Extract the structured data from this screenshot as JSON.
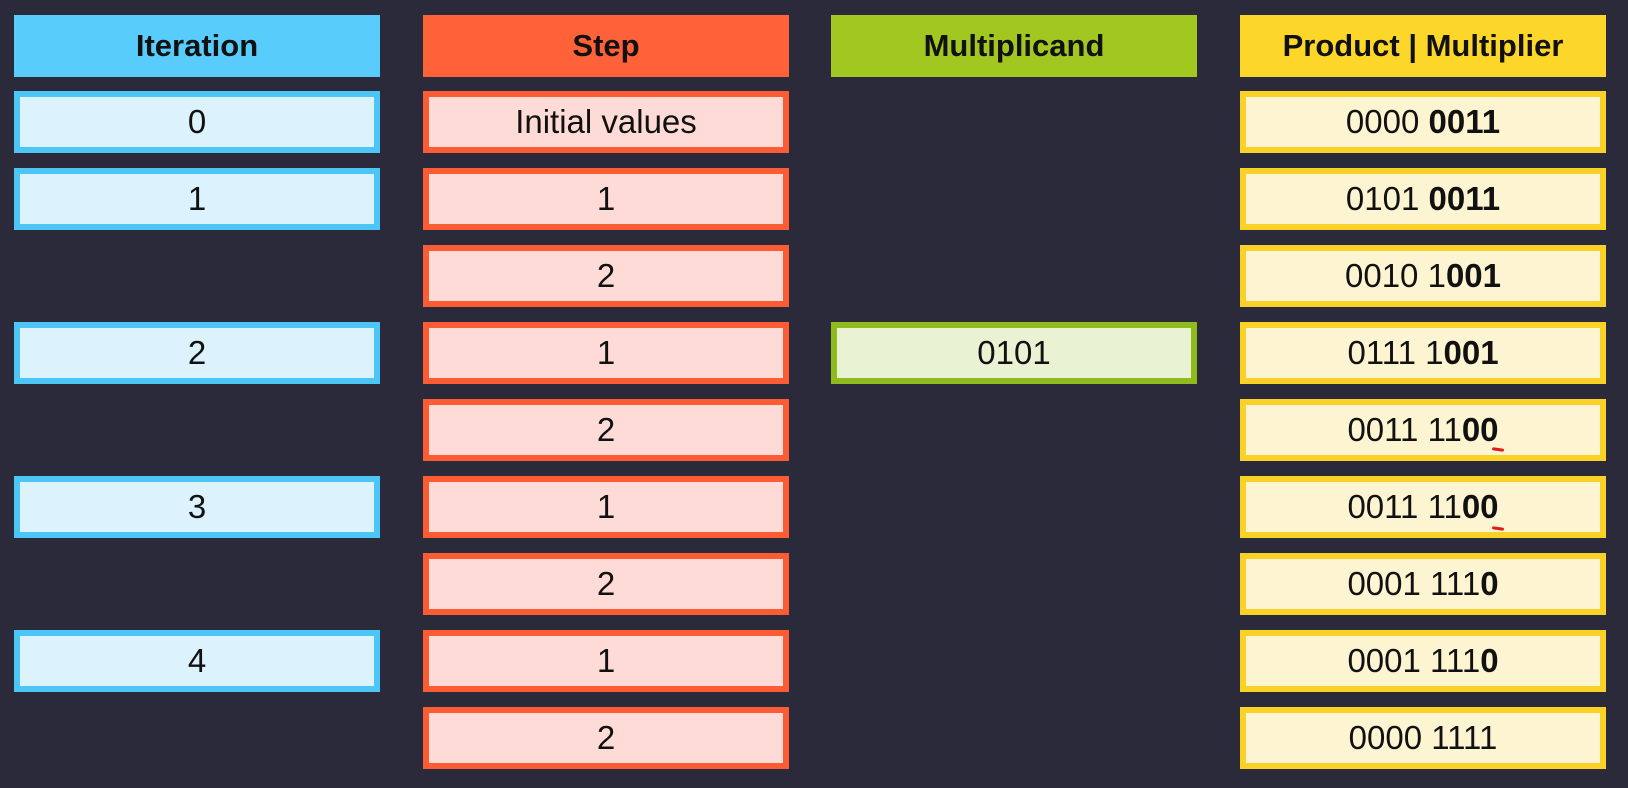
{
  "headers": {
    "iteration": "Iteration",
    "step": "Step",
    "multiplicand": "Multiplicand",
    "product_multiplier": "Product | Multiplier"
  },
  "iteration_cells": [
    "0",
    "1",
    "2",
    "3",
    "4"
  ],
  "step_cells": [
    "Initial values",
    "1",
    "2",
    "1",
    "2",
    "1",
    "2",
    "1",
    "2"
  ],
  "multiplicand_cells": [
    "0101"
  ],
  "product_rows": [
    {
      "normal": "0000 ",
      "bold": "0011"
    },
    {
      "normal": "0101 ",
      "bold": "0011"
    },
    {
      "normal": "0010 1",
      "bold": "001"
    },
    {
      "normal": "0111 1",
      "bold": "001"
    },
    {
      "normal": "0011 11",
      "bold": "00"
    },
    {
      "normal": "0011 11",
      "bold": "00"
    },
    {
      "normal": "0001 111",
      "bold": "0"
    },
    {
      "normal": "0001 111",
      "bold": "0"
    },
    {
      "normal": "0000 1111",
      "bold": ""
    }
  ],
  "colors": {
    "background": "#2b2a3a",
    "iteration": "#58cdfb",
    "step": "#ff6138",
    "multiplicand": "#a3c721",
    "product": "#fdd62a",
    "annotation": "#e01a1a"
  }
}
